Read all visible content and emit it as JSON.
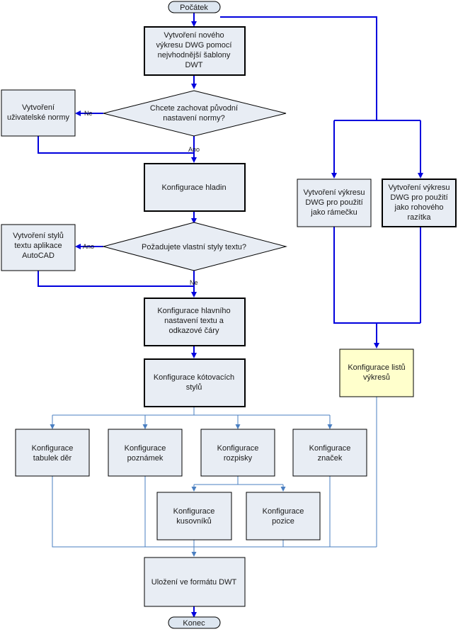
{
  "colors": {
    "box_fill": "#e8edf4",
    "box_stroke": "#000000",
    "highlight_fill": "#ffffcc",
    "terminal_fill": "#dde6f0",
    "connector_main": "#0000dd",
    "connector_thin": "#4a7fc1"
  },
  "nodes": {
    "start": "Počátek",
    "create_dwg": [
      "Vytvoření nového",
      "výkresu DWG pomocí",
      "nejvhodnější šablony",
      "DWT"
    ],
    "keep_norm_question": [
      "Chcete zachovat původní",
      "nastavení normy?"
    ],
    "user_norm": [
      "Vytvoření",
      "uživatelské normy"
    ],
    "layers": "Konfigurace hladin",
    "text_style_question": "Požadujete vlastní styly textu?",
    "autocad_text_styles": [
      "Vytvoření stylů",
      "textu aplikace",
      "AutoCAD"
    ],
    "main_text_settings": [
      "Konfigurace hlavního",
      "nastavení textu a",
      "odkazové čáry"
    ],
    "dim_styles": [
      "Konfigurace kótovacích",
      "stylů"
    ],
    "hole_tables": [
      "Konfigurace",
      "tabulek děr"
    ],
    "notes": [
      "Konfigurace",
      "poznámek"
    ],
    "bom": [
      "Konfigurace",
      "rozpisky"
    ],
    "symbols": [
      "Konfigurace",
      "značek"
    ],
    "parts_lists": [
      "Konfigurace",
      "kusovníků"
    ],
    "balloons": [
      "Konfigurace",
      "pozice"
    ],
    "save_dwt": "Uložení ve formátu DWT",
    "end": "Konec",
    "frame_dwg": [
      "Vytvoření výkresu",
      "DWG pro použití",
      "jako rámečku"
    ],
    "title_block_dwg": [
      "Vytvoření výkresu",
      "DWG pro použití",
      "jako rohového",
      "razítka"
    ],
    "sheet_config": [
      "Konfigurace listů",
      "výkresů"
    ]
  },
  "labels": {
    "ne_1": "Ne",
    "ano_1": "Ano",
    "ano_2": "Ano",
    "ne_2": "Ne"
  }
}
